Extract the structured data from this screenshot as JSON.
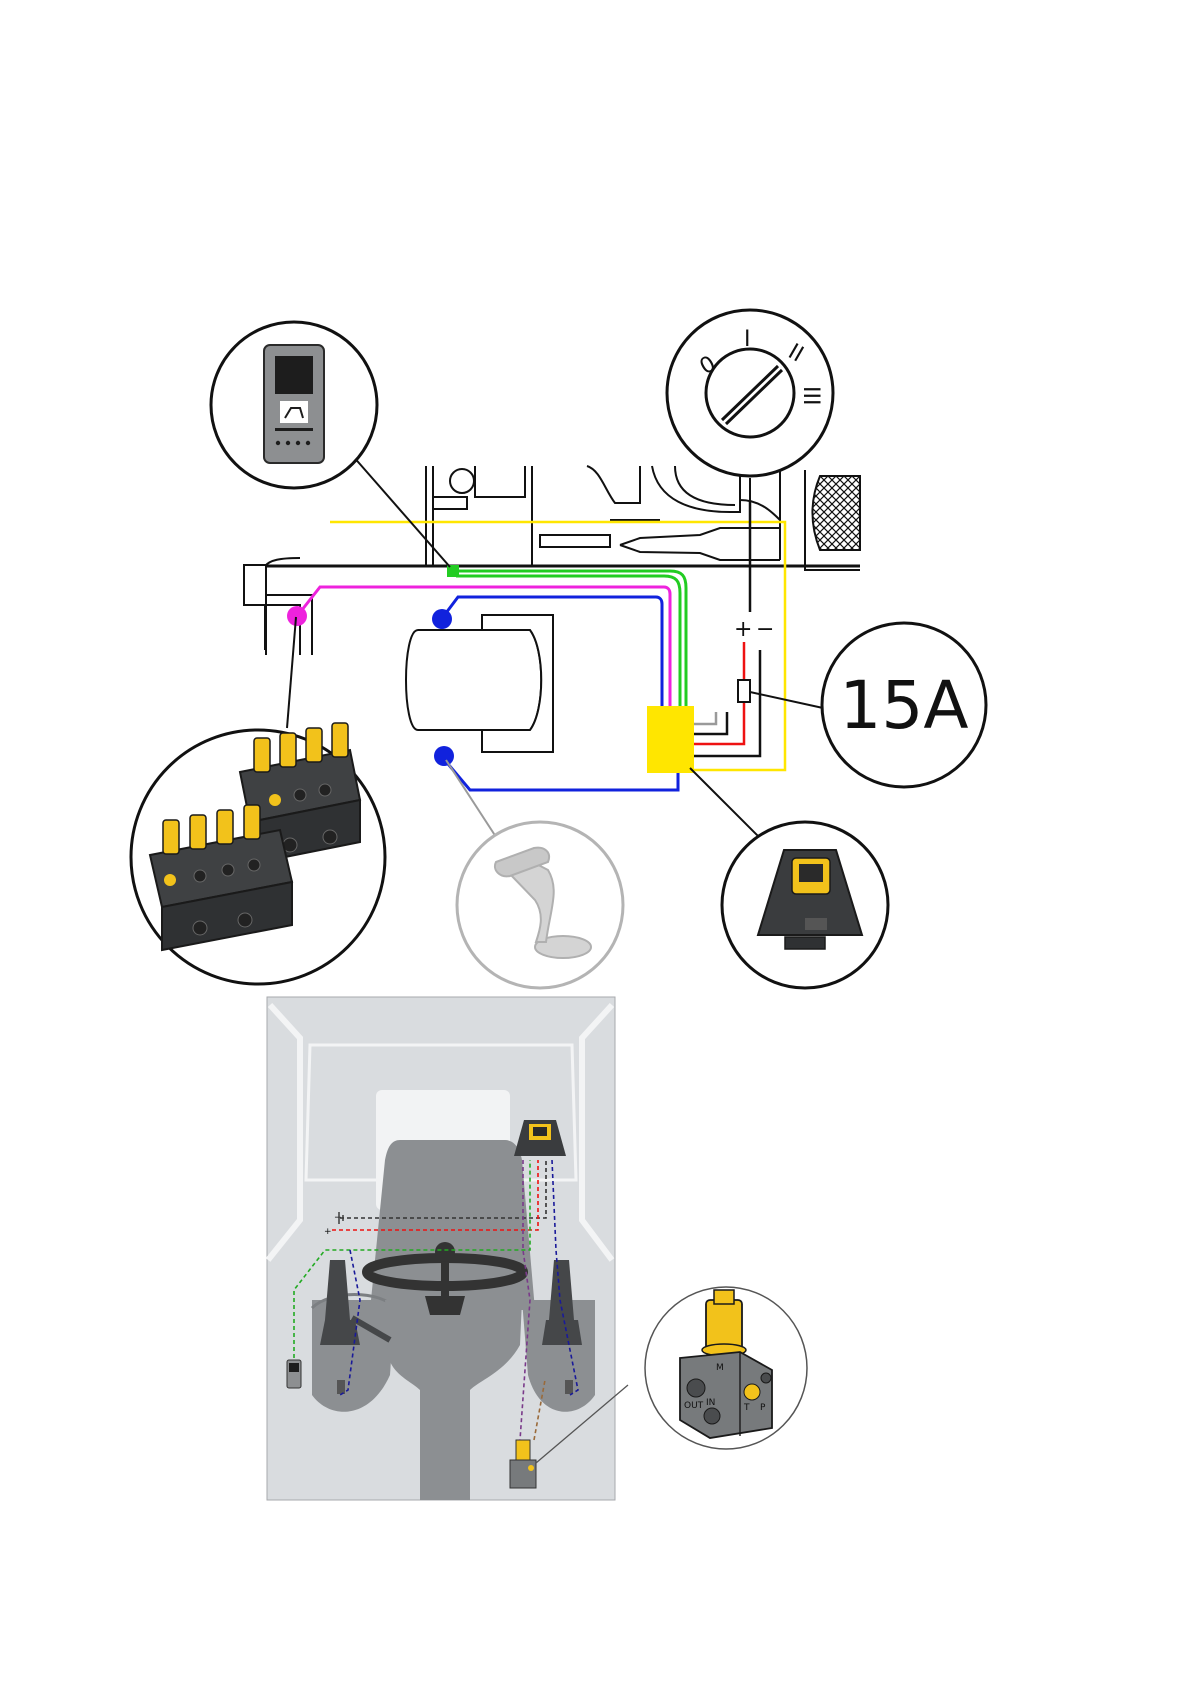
{
  "fuse": {
    "rating": "15A"
  },
  "ignition": {
    "pos_0": "0",
    "pos_1": "I",
    "pos_2": "II",
    "pos_3": "III"
  },
  "battery": {
    "plus": "+",
    "minus": "−"
  },
  "valve_ports": {
    "out": "OUT",
    "in": "IN",
    "t": "T",
    "p": "P",
    "m": "M"
  },
  "colors": {
    "yellow": "#ffe600",
    "green": "#22cc22",
    "magenta": "#ee22dd",
    "blue": "#1122dd",
    "red": "#ee1111",
    "black": "#111111",
    "grey": "#9a9a9a",
    "cab_bg": "#d9dcdf",
    "seat": "#8c8f92",
    "module_yellow": "#f2c21b"
  },
  "icons": [
    "rocker-switch-icon",
    "ignition-switch-icon",
    "fuse-icon",
    "valve-block-icon",
    "joystick-icon",
    "control-unit-icon",
    "pressure-valve-icon",
    "steering-wheel-icon",
    "seat-icon"
  ]
}
